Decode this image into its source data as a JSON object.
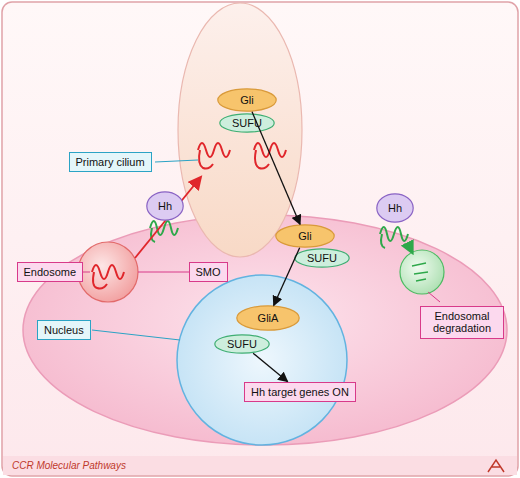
{
  "diagram": {
    "nodes": [
      {
        "text": [
          "Gli"
        ]
      },
      {
        "text": [
          "SUFU"
        ]
      },
      {
        "text": [
          "Primary cilium"
        ]
      },
      {
        "text": [
          "Hh"
        ]
      },
      {
        "text": [
          "Hh"
        ]
      },
      {
        "text": [
          "Gli"
        ]
      },
      {
        "text": [
          "SUFU"
        ]
      },
      {
        "text": [
          "Endosome"
        ]
      },
      {
        "text": [
          "SMO"
        ]
      },
      {
        "text": [
          "GliA"
        ]
      },
      {
        "text": [
          "Endosomal degradation"
        ]
      },
      {
        "text": [
          "Nucleus"
        ]
      },
      {
        "text": [
          "SUFU"
        ]
      },
      {
        "text": [
          "Hh target genes ON"
        ]
      }
    ],
    "edges": [
      {
        "from": 0,
        "to": 5,
        "arrow": "to"
      },
      {
        "from": 5,
        "to": 9,
        "arrow": "to"
      },
      {
        "from": 12,
        "to": 13,
        "arrow": "to"
      }
    ],
    "labels": [
      "CCR Molecular Pathways"
    ]
  }
}
